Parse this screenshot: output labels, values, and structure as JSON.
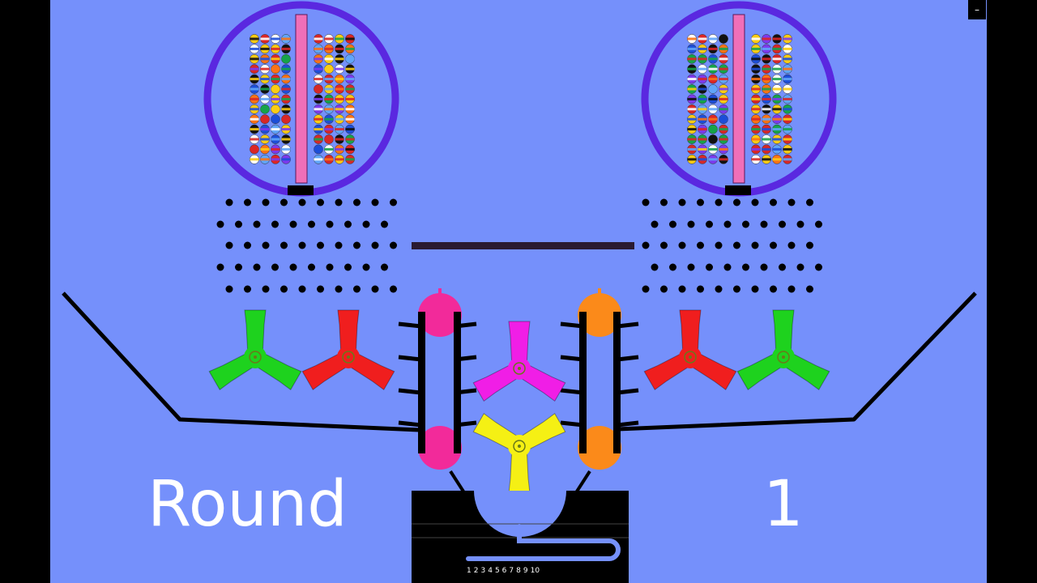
{
  "title_word": "Round",
  "round_number": "1",
  "corner_button_label": "–",
  "slot_labels": [
    "1",
    "2",
    "3",
    "4",
    "5",
    "6",
    "7",
    "8",
    "9",
    "10"
  ],
  "colors": {
    "background": "#7590fb",
    "outer_band": "#000000",
    "drum_ring": "#5a28e0",
    "drum_divider": "#f06fb8",
    "pink_elevator": "#f22a9a",
    "orange_elevator": "#fb8a1a",
    "spinner_green": "#1ed21e",
    "spinner_red": "#f01e1e",
    "spinner_magenta": "#f01ee6",
    "spinner_yellow": "#f5f014",
    "structure": "#000000",
    "label_text": "#ffffff"
  },
  "icons": {
    "flag_marbles": "flag-marble-icon",
    "corner_button": "minimize-icon"
  }
}
